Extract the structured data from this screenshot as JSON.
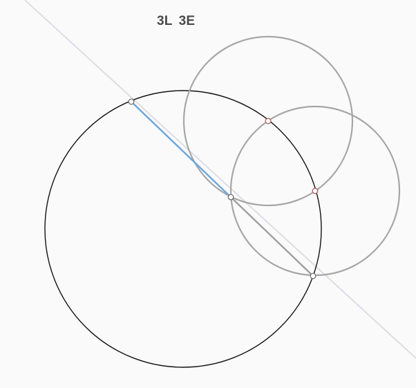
{
  "hud": {
    "lines_count": "3L",
    "elementary_count": "3E"
  },
  "colors": {
    "background": "#fafafa",
    "construction_circle": "#a6a6a6",
    "given_circle": "#111111",
    "guide_line": "#dcdde6",
    "segment_gray": "#9e9e9e",
    "segment_highlight": "#6aa6dc",
    "point_fill": "#ffffff",
    "point_stroke": "#666666",
    "intersection_stroke": "#b45a5a"
  },
  "icons": {
    "point": "hollow-circle-point",
    "intersection": "red-hollow-circle-point"
  }
}
